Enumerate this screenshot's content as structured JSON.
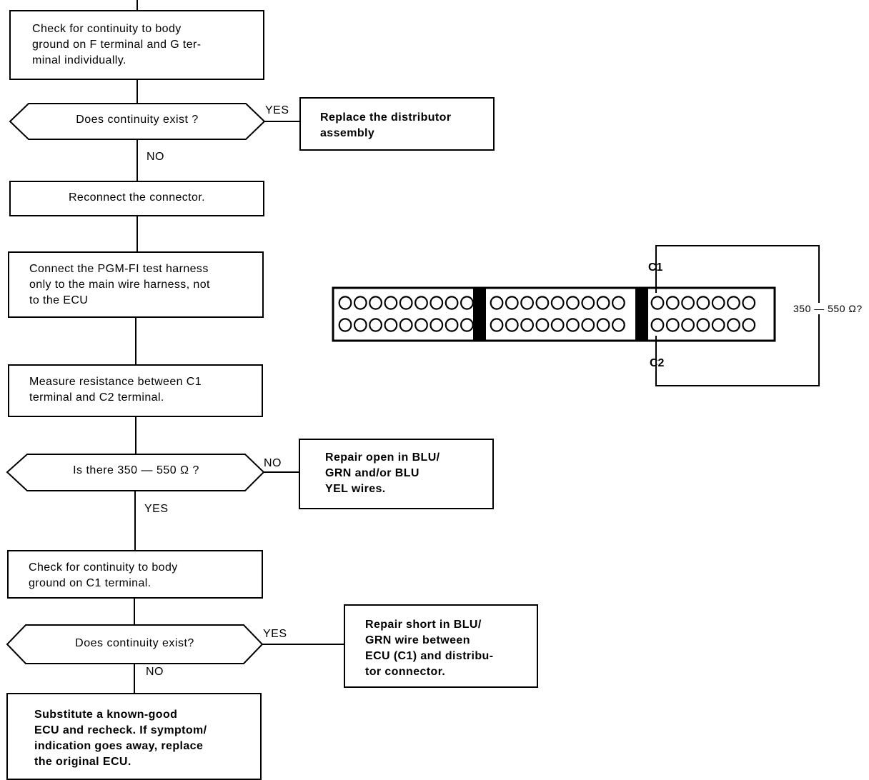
{
  "flowchart": {
    "step1": "Check for continuity to body\nground on F terminal and G ter-\nminal individually.",
    "decision1": "Does continuity exist ?",
    "decision1_yes_label": "YES",
    "decision1_no_label": "NO",
    "result1": "Replace the distributor\nassembly",
    "step2": "Reconnect the connector.",
    "step3": "Connect the PGM-FI test harness\nonly to the main wire harness, not\nto the ECU",
    "step4": "Measure resistance between C1\nterminal and C2 terminal.",
    "decision2": "Is there 350 — 550 Ω ?",
    "decision2_no_label": "NO",
    "decision2_yes_label": "YES",
    "result2": "Repair open in BLU/\nGRN and/or BLU\nYEL wires.",
    "step5": "Check for continuity to body\nground on C1 terminal.",
    "decision3": "Does continuity exist?",
    "decision3_yes_label": "YES",
    "decision3_no_label": "NO",
    "result3": "Repair short in BLU/\nGRN wire between\nECU (C1) and distribu-\ntor connector.",
    "step6": "Substitute a known-good\nECU and recheck. If symptom/\nindication goes away, replace\nthe original ECU."
  },
  "connector": {
    "pin_label_top": "C1",
    "pin_label_bottom": "C2",
    "resistance_label": "350 — 550 Ω?"
  }
}
